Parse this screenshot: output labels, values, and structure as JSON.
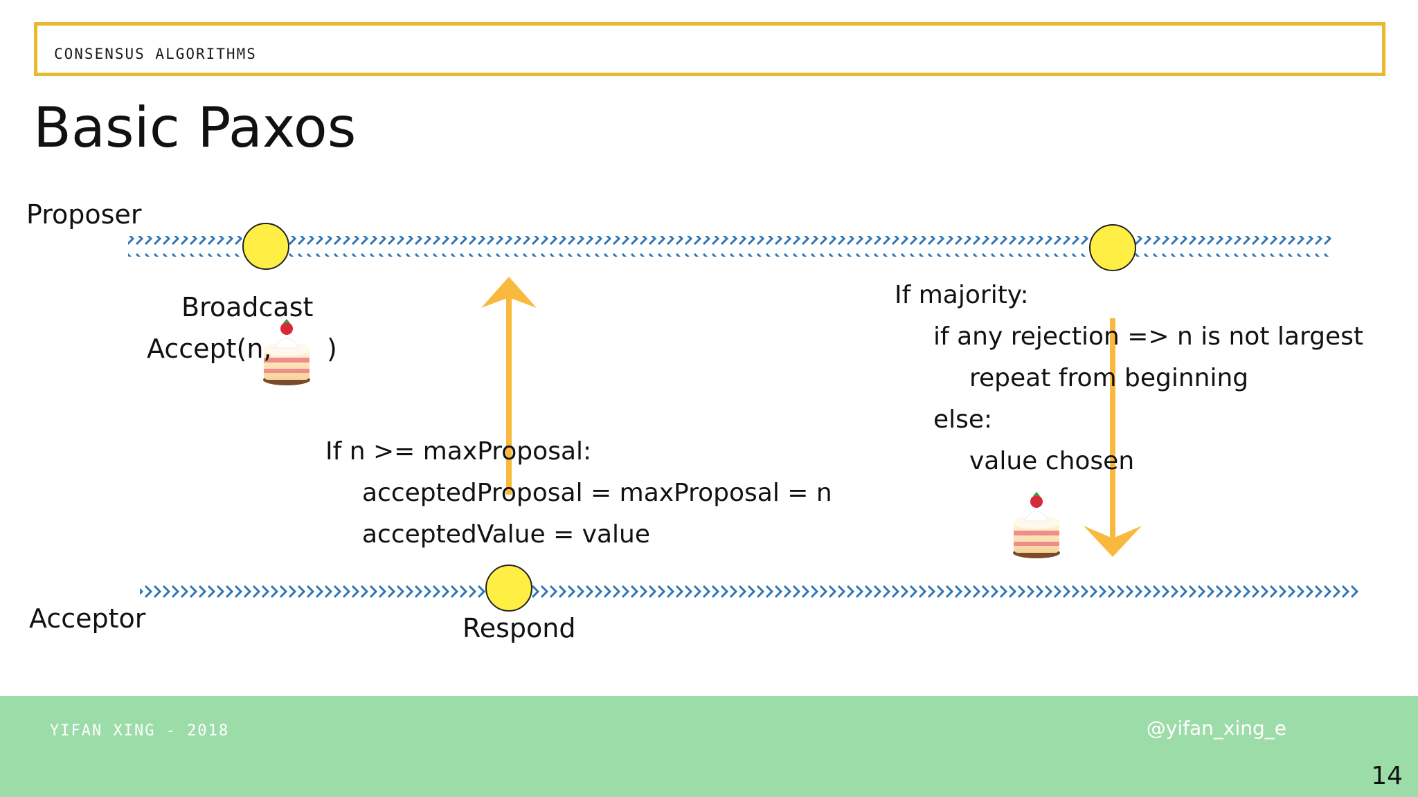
{
  "header": {
    "section_label": "CONSENSUS ALGORITHMS",
    "title": "Basic Paxos"
  },
  "lanes": {
    "proposer": "Proposer",
    "acceptor": "Acceptor"
  },
  "proposer_step": {
    "line1": "Broadcast",
    "line2_prefix": "Accept(n,",
    "line2_suffix": ")"
  },
  "acceptor_step": {
    "condition": "If n >= maxProposal:",
    "action1": "acceptedProposal = maxProposal = n",
    "action2": "acceptedValue = value",
    "respond": "Respond"
  },
  "decision": {
    "line1": "If majority:",
    "line2": "if any rejection => n is not largest",
    "line3": "repeat from beginning",
    "line4": "else:",
    "line5": "value chosen"
  },
  "footer": {
    "author": "YIFAN XING - 2018",
    "handle": "@yifan_xing_e",
    "page_number": "14"
  },
  "colors": {
    "accent_border": "#e8b92e",
    "timeline_chevrons": "#2e75b6",
    "event_dot": "#ffee44",
    "arrow": "#f9b93e",
    "footer_bg": "#9cdca9"
  },
  "icons": {
    "value_token": "cake-icon"
  }
}
